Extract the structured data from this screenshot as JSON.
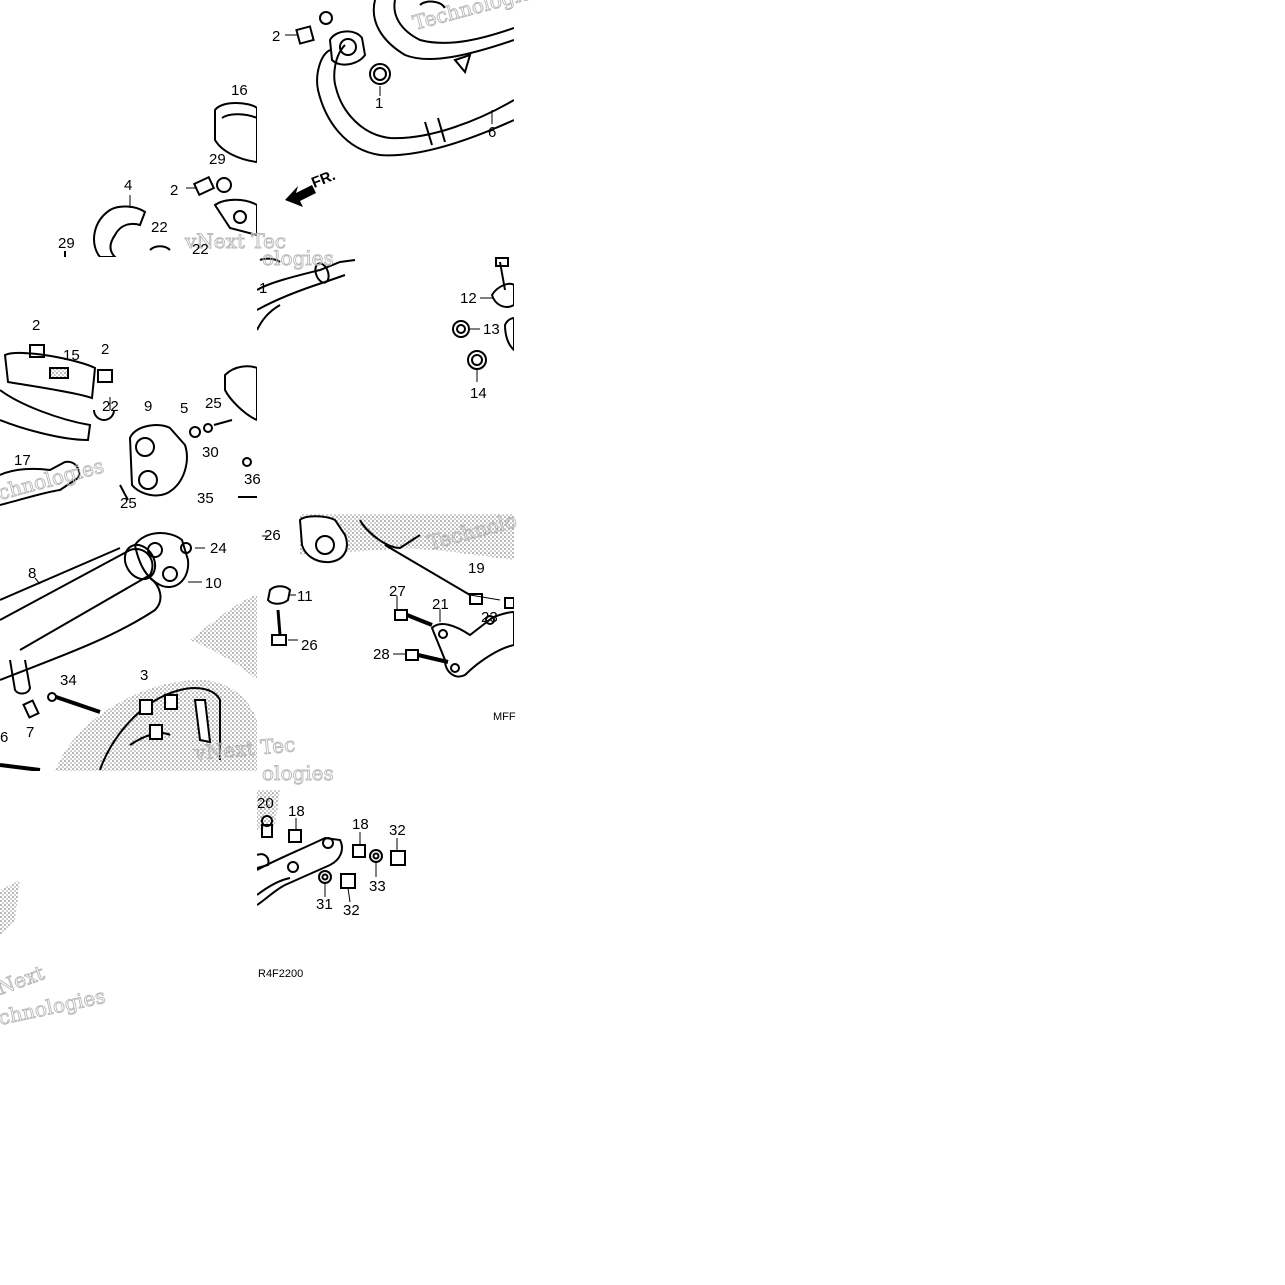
{
  "diagram": {
    "direction_marker": "FR.",
    "drawing_code_partial_1": "MFF",
    "drawing_code_partial_2": "R4F2200",
    "watermarks": [
      "vNext Technologies",
      "Technologies",
      "vNext Tec",
      "ologies",
      "Next",
      "chnologies",
      "vNext Tec",
      "Technolo"
    ],
    "part_labels": [
      {
        "id": "a2",
        "text": "2"
      },
      {
        "id": "a1",
        "text": "1"
      },
      {
        "id": "a6",
        "text": "6"
      },
      {
        "id": "a16",
        "text": "16"
      },
      {
        "id": "a29",
        "text": "29"
      },
      {
        "id": "a2b",
        "text": "2"
      },
      {
        "id": "a4",
        "text": "4"
      },
      {
        "id": "a22",
        "text": "22"
      },
      {
        "id": "a22b",
        "text": "22"
      },
      {
        "id": "a29b",
        "text": "29"
      },
      {
        "id": "a1b",
        "text": "1"
      },
      {
        "id": "a12",
        "text": "12"
      },
      {
        "id": "a13",
        "text": "13"
      },
      {
        "id": "a14",
        "text": "14"
      },
      {
        "id": "a2c",
        "text": "2"
      },
      {
        "id": "a15",
        "text": "15"
      },
      {
        "id": "a2d",
        "text": "2"
      },
      {
        "id": "a22c",
        "text": "22"
      },
      {
        "id": "a9",
        "text": "9"
      },
      {
        "id": "a5",
        "text": "5"
      },
      {
        "id": "a25",
        "text": "25"
      },
      {
        "id": "a30",
        "text": "30"
      },
      {
        "id": "a17",
        "text": "17"
      },
      {
        "id": "a25b",
        "text": "25"
      },
      {
        "id": "a36",
        "text": "36"
      },
      {
        "id": "a35",
        "text": "35"
      },
      {
        "id": "a26",
        "text": "26"
      },
      {
        "id": "a24",
        "text": "24"
      },
      {
        "id": "a8",
        "text": "8"
      },
      {
        "id": "a10",
        "text": "10"
      },
      {
        "id": "a19",
        "text": "19"
      },
      {
        "id": "a27",
        "text": "27"
      },
      {
        "id": "a21",
        "text": "21"
      },
      {
        "id": "a11",
        "text": "11"
      },
      {
        "id": "a23",
        "text": "23"
      },
      {
        "id": "a26b",
        "text": "26"
      },
      {
        "id": "a28",
        "text": "28"
      },
      {
        "id": "a3",
        "text": "3"
      },
      {
        "id": "a34",
        "text": "34"
      },
      {
        "id": "a7",
        "text": "7"
      },
      {
        "id": "a6b",
        "text": "6"
      },
      {
        "id": "a20",
        "text": "20"
      },
      {
        "id": "a18",
        "text": "18"
      },
      {
        "id": "a18b",
        "text": "18"
      },
      {
        "id": "a32",
        "text": "32"
      },
      {
        "id": "a33",
        "text": "33"
      },
      {
        "id": "a31",
        "text": "31"
      },
      {
        "id": "a32b",
        "text": "32"
      }
    ]
  }
}
